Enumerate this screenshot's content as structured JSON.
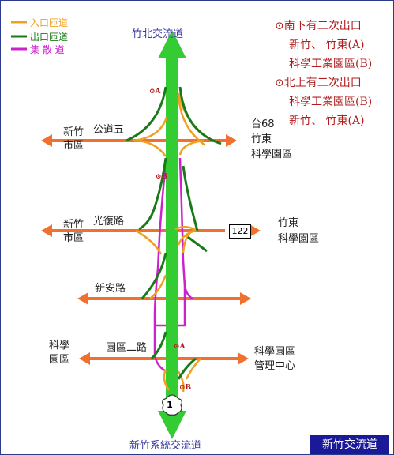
{
  "legend": {
    "entry": "入口匝道",
    "exit": "出口匝道",
    "collector": "集 散 道",
    "colors": {
      "entry": "#f0a020",
      "exit": "#1a7a1a",
      "collector": "#cc22cc",
      "freeway": "#33cc33",
      "crossroad": "#f07030"
    }
  },
  "top_label": "竹北交流道",
  "bottom_label": "新竹系統交流道",
  "badge": "新竹交流道",
  "freeway_shield": "1",
  "route_122": "122",
  "notes": {
    "south_title": "⊙南下有二次出口",
    "south_1": "新竹、 竹東(A)",
    "south_2": "科學工業園區(B)",
    "north_title": "⊙北上有二次出口",
    "north_1": "科學工業園區(B)",
    "north_2": "新竹、 竹東(A)"
  },
  "roads": {
    "r1": {
      "name": "公道五",
      "left_a": "新竹",
      "left_b": "市區",
      "right_a": "台68",
      "right_b": "竹東",
      "right_c": "科學園區"
    },
    "r2": {
      "name": "光復路",
      "left_a": "新竹",
      "left_b": "市區",
      "right_a": "竹東",
      "right_b": "科學園區"
    },
    "r3": {
      "name": "新安路"
    },
    "r4": {
      "name": "園區二路",
      "left_a": "科學",
      "left_b": "園區",
      "right_a": "科學園區",
      "right_b": "管理中心"
    }
  },
  "markers": {
    "a_top": "⊙A",
    "b_mid": "⊙B",
    "a_low": "⊙A",
    "b_bottom": "⊙B"
  }
}
